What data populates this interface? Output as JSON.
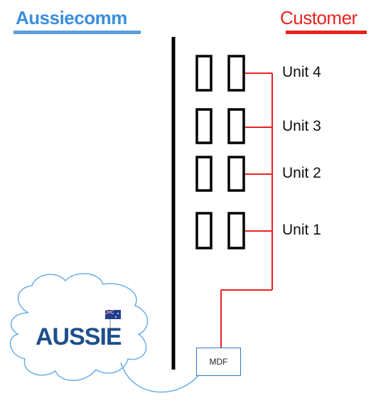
{
  "headings": {
    "left": "Aussiecomm",
    "right": "Customer"
  },
  "units": [
    {
      "label": "Unit 4"
    },
    {
      "label": "Unit 3"
    },
    {
      "label": "Unit 2"
    },
    {
      "label": "Unit 1"
    }
  ],
  "mdf": {
    "label": "MDF"
  },
  "logo": {
    "text": "AUSSIE"
  },
  "colors": {
    "aussiecomm": "#3b8ede",
    "customer": "#e8231e",
    "wiring": "#e8231e",
    "cloud_outline": "#6aaee8",
    "logo_text": "#1f4f8b"
  }
}
